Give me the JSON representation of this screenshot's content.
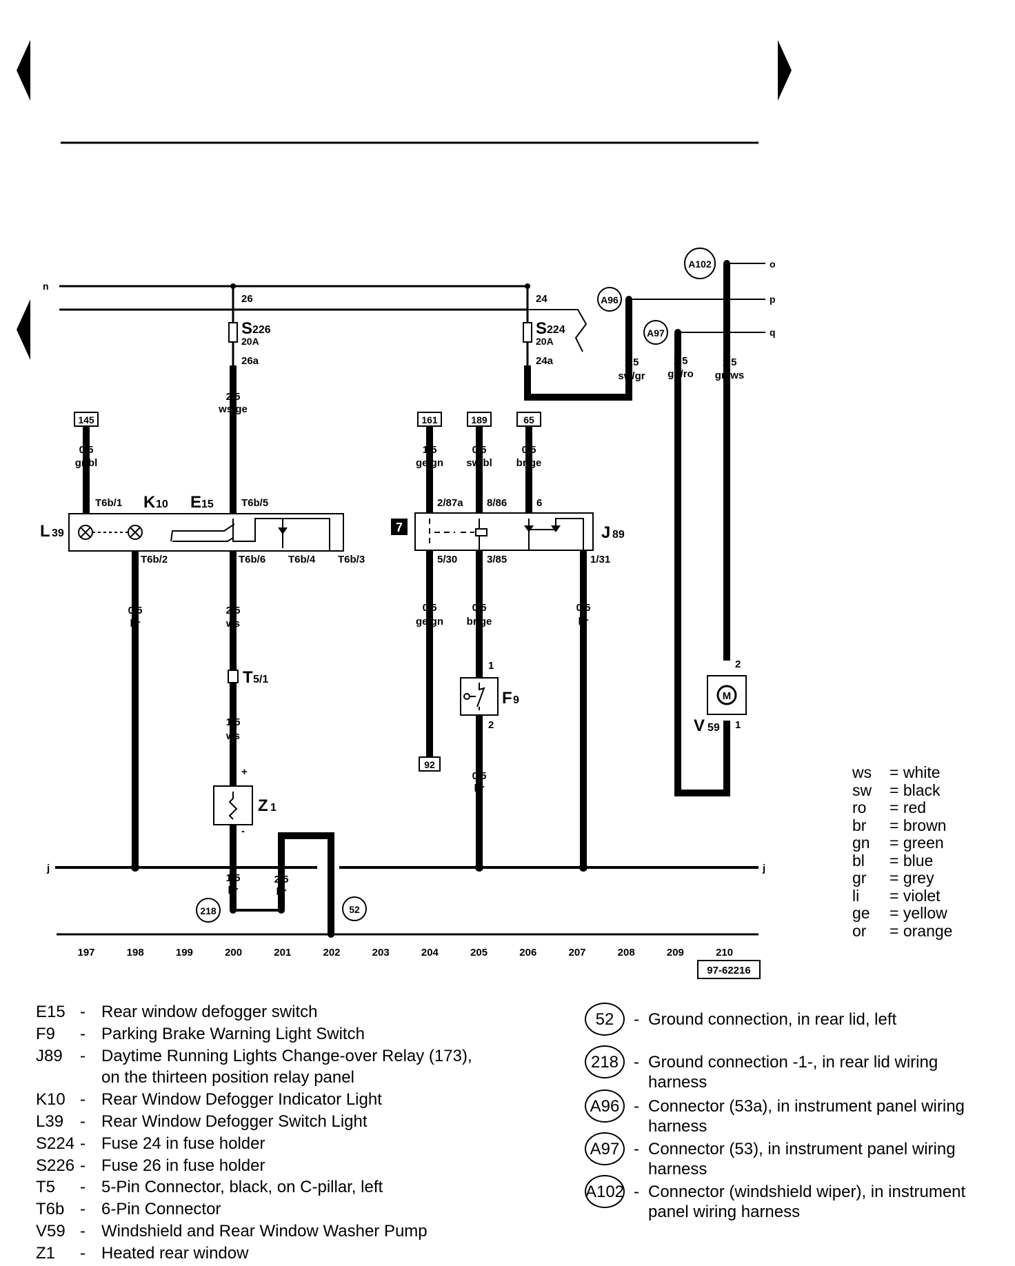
{
  "diagram_code": "97-62216",
  "wire_labels": {
    "n": "n",
    "j_left": "j",
    "j_right": "j",
    "o": "o",
    "p": "p",
    "q": "q"
  },
  "fuses": {
    "s226": {
      "code": "S",
      "sub": "226",
      "amp": "20A",
      "in": "26",
      "out": "26a"
    },
    "s224": {
      "code": "S",
      "sub": "224",
      "amp": "20A",
      "in": "24",
      "out": "24a"
    }
  },
  "connectors_circ": {
    "a96": "A96",
    "a97": "A97",
    "a102": "A102",
    "g218": "218",
    "g52": "52"
  },
  "boxed_refs": {
    "r145": "145",
    "r161": "161",
    "r189": "189",
    "r65": "65",
    "r92": "92",
    "r7": "7"
  },
  "wires": {
    "w145": {
      "size": "0,5",
      "color": "gr/bl"
    },
    "w_s226": {
      "size": "2,5",
      "color": "ws/ge"
    },
    "w161": {
      "size": "1,5",
      "color": "ge/gn"
    },
    "w189": {
      "size": "0,5",
      "color": "sw/bl"
    },
    "w65": {
      "size": "0,5",
      "color": "br/ge"
    },
    "w_a96": {
      "size": "1,5",
      "color": "sw/gr"
    },
    "w_a97": {
      "size": "1,5",
      "color": "gn/ro"
    },
    "w_a102": {
      "size": "1,5",
      "color": "gn/ws"
    },
    "w_l39": {
      "size": "0,5",
      "color": "br"
    },
    "w_e15": {
      "size": "2,5",
      "color": "ws"
    },
    "w_t5": {
      "size": "1,5",
      "color": "ws"
    },
    "w_z1": {
      "size": "1,5",
      "color": "br"
    },
    "w_201": {
      "size": "2,5",
      "color": "br"
    },
    "w_530": {
      "size": "0,5",
      "color": "ge/gn"
    },
    "w_385": {
      "size": "0,5",
      "color": "br/ge"
    },
    "w_131": {
      "size": "0,5",
      "color": "br"
    },
    "w_f9": {
      "size": "0,5",
      "color": "br"
    }
  },
  "pins": {
    "t6b1": "T6b/1",
    "t6b5": "T6b/5",
    "t6b2": "T6b/2",
    "t6b6": "T6b/6",
    "t6b4": "T6b/4",
    "t6b3": "T6b/3",
    "p287a": "2/87a",
    "p886": "8/86",
    "p6": "6",
    "p530": "5/30",
    "p385": "3/85",
    "p131": "1/31",
    "f9_1": "1",
    "f9_2": "2",
    "v59_2": "2",
    "v59_1": "1",
    "z1_plus": "+",
    "z1_minus": "-"
  },
  "components": {
    "l39": {
      "code": "L",
      "sub": "39"
    },
    "k10": {
      "code": "K",
      "sub": "10"
    },
    "e15": {
      "code": "E",
      "sub": "15"
    },
    "j89": {
      "code": "J",
      "sub": "89"
    },
    "t5": {
      "code": "T",
      "sub": "5/1"
    },
    "f9": {
      "code": "F",
      "sub": "9"
    },
    "z1": {
      "code": "Z",
      "sub": "1"
    },
    "v59": {
      "code": "V",
      "sub": "59"
    },
    "motor": "M"
  },
  "track_numbers": [
    "197",
    "198",
    "199",
    "200",
    "201",
    "202",
    "203",
    "204",
    "205",
    "206",
    "207",
    "208",
    "209",
    "210"
  ],
  "color_legend": [
    {
      "abbr": "ws",
      "name": "white"
    },
    {
      "abbr": "sw",
      "name": "black"
    },
    {
      "abbr": "ro",
      "name": "red"
    },
    {
      "abbr": "br",
      "name": "brown"
    },
    {
      "abbr": "gn",
      "name": "green"
    },
    {
      "abbr": "bl",
      "name": "blue"
    },
    {
      "abbr": "gr",
      "name": "grey"
    },
    {
      "abbr": "li",
      "name": "violet"
    },
    {
      "abbr": "ge",
      "name": "yellow"
    },
    {
      "abbr": "or",
      "name": "orange"
    }
  ],
  "component_list": [
    {
      "code": "E15",
      "desc": "Rear window defogger switch"
    },
    {
      "code": "F9",
      "desc": "Parking Brake Warning Light Switch"
    },
    {
      "code": "J89",
      "desc": "Daytime Running Lights Change-over Relay (173), on the thirteen position relay panel"
    },
    {
      "code": "K10",
      "desc": "Rear Window Defogger Indicator Light"
    },
    {
      "code": "L39",
      "desc": "Rear Window Defogger Switch Light"
    },
    {
      "code": "S224",
      "desc": "Fuse 24 in fuse holder"
    },
    {
      "code": "S226",
      "desc": "Fuse 26 in fuse holder"
    },
    {
      "code": "T5",
      "desc": "5-Pin Connector, black, on C-pillar, left"
    },
    {
      "code": "T6b",
      "desc": "6-Pin Connector"
    },
    {
      "code": "V59",
      "desc": "Windshield and Rear Window Washer Pump"
    },
    {
      "code": "Z1",
      "desc": "Heated rear window"
    }
  ],
  "ground_list": [
    {
      "symbol": "52",
      "desc": "Ground connection, in rear lid, left"
    },
    {
      "symbol": "218",
      "desc": "Ground connection -1-, in rear lid wiring harness"
    },
    {
      "symbol": "A96",
      "desc": "Connector (53a), in instrument panel wiring harness"
    },
    {
      "symbol": "A97",
      "desc": "Connector (53), in instrument panel wiring harness"
    },
    {
      "symbol": "A102",
      "desc": "Connector (windshield wiper), in instrument panel wiring harness"
    }
  ]
}
